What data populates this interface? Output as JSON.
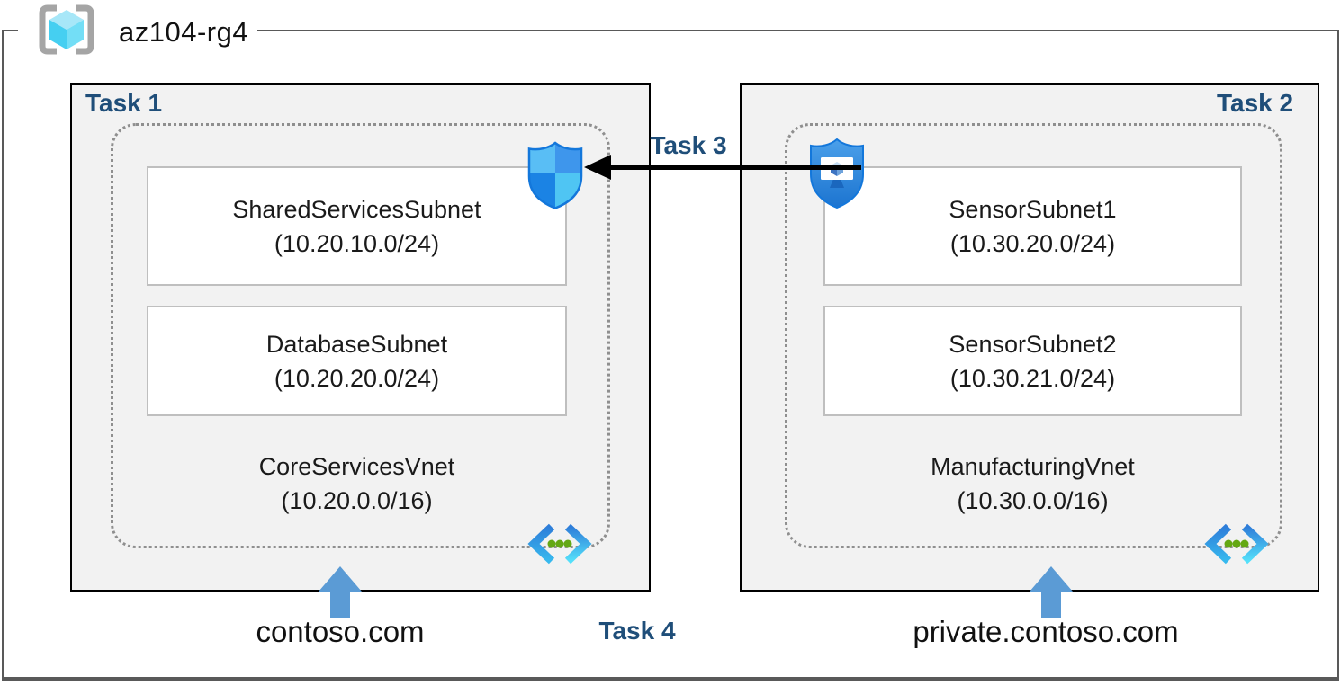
{
  "header": {
    "resource_group": "az104-rg4"
  },
  "annotations": {
    "task3": "Task 3",
    "task4": "Task 4"
  },
  "left_group": {
    "task_label": "Task 1",
    "subnets": [
      {
        "name": "SharedServicesSubnet",
        "cidr": "(10.20.10.0/24)"
      },
      {
        "name": "DatabaseSubnet",
        "cidr": "(10.20.20.0/24)"
      }
    ],
    "vnet": {
      "name": "CoreServicesVnet",
      "cidr": "(10.20.0.0/16)"
    },
    "dns_label": "contoso.com"
  },
  "right_group": {
    "task_label": "Task 2",
    "subnets": [
      {
        "name": "SensorSubnet1",
        "cidr": "(10.30.20.0/24)"
      },
      {
        "name": "SensorSubnet2",
        "cidr": "(10.30.21.0/24)"
      }
    ],
    "vnet": {
      "name": "ManufacturingVnet",
      "cidr": "(10.30.0.0/16)"
    },
    "dns_label": "private.contoso.com"
  },
  "icons": {
    "resource_group": "resource-group-icon",
    "nsg": "network-security-group-shield-icon",
    "bastion": "bastion-shield-monitor-icon",
    "vnet": "virtual-network-icon",
    "peering": "left-arrow-icon",
    "dns": "up-arrow-icon"
  },
  "colors": {
    "task_label": "#1F4E79",
    "group_box_bg": "#F2F2F2",
    "frame_border": "#595959",
    "dashed_border": "#8F8F8F",
    "subnet_border": "#BFBFBF",
    "up_arrow": "#5B9BD5",
    "peering_arrow": "#000000"
  }
}
